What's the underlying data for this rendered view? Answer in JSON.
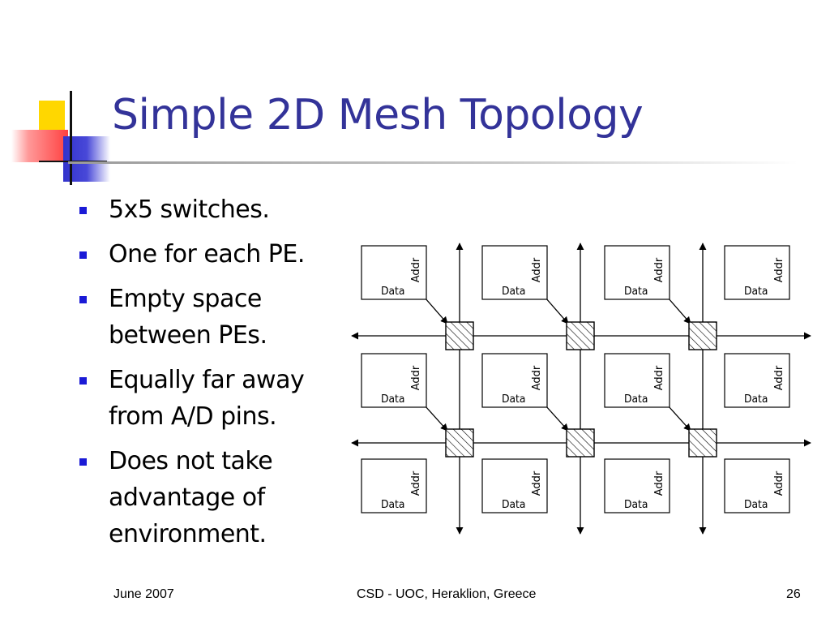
{
  "slide": {
    "title": "Simple 2D Mesh Topology",
    "bullets": [
      {
        "lines": [
          "5x5 switches."
        ]
      },
      {
        "lines": [
          "One for each PE."
        ]
      },
      {
        "lines": [
          "Empty space",
          "between PEs."
        ]
      },
      {
        "lines": [
          "Equally far away",
          "from A/D pins."
        ]
      },
      {
        "lines": [
          "Does not take",
          "advantage of",
          "environment."
        ]
      }
    ],
    "footer": {
      "date": "June 2007",
      "center": "CSD - UOC, Heraklion, Greece",
      "page": "26"
    }
  },
  "diagram": {
    "pe_rows": 3,
    "pe_cols": 4,
    "switch_rows": 2,
    "switch_cols": 3,
    "pe_data_label": "Data",
    "pe_addr_label": "Addr"
  }
}
